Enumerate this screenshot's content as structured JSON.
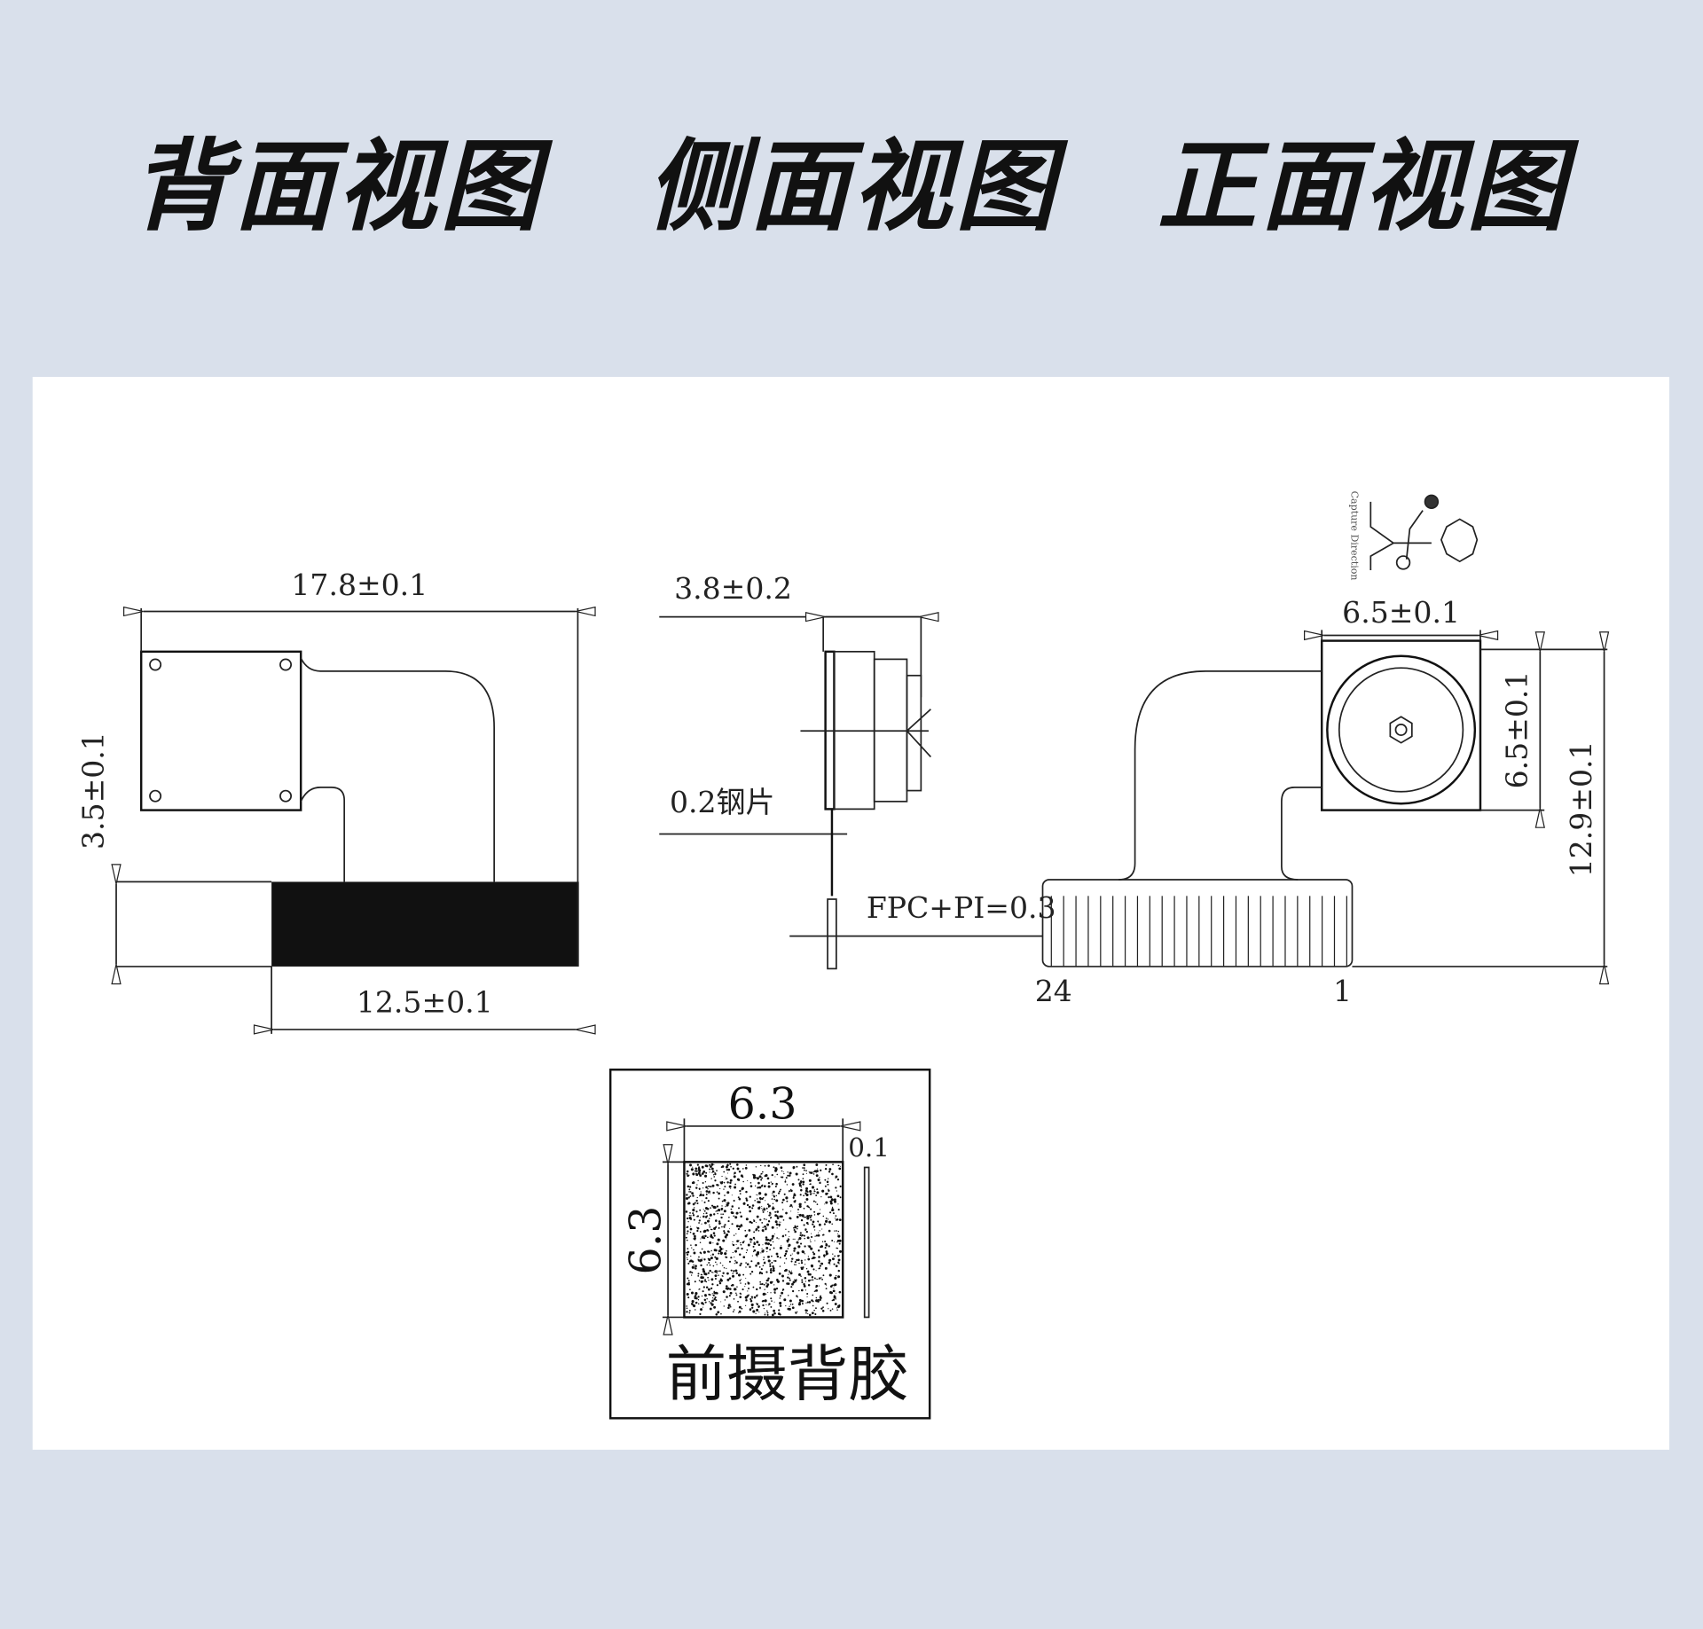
{
  "titles": [
    "背面视图",
    "侧面视图",
    "正面视图"
  ],
  "back_view": {
    "width": "17.8±0.1",
    "height": "3.5±0.1",
    "connector_width": "12.5±0.1"
  },
  "side_view": {
    "thickness": "3.8±0.2",
    "steel": "0.2钢片",
    "fpc": "FPC+PI=0.3"
  },
  "front_view": {
    "capture_direction": "Capture Direction",
    "module_width": "6.5±0.1",
    "module_height": "6.5±0.1",
    "total_height": "12.9±0.1",
    "pin_first": "24",
    "pin_last": "1",
    "pin_count": 24
  },
  "adhesive": {
    "width": "6.3",
    "height": "6.3",
    "thickness": "0.1",
    "label": "前摄背胶"
  },
  "colors": {
    "background": "#d9e0eb",
    "panel": "#ffffff",
    "ink": "#111111"
  }
}
